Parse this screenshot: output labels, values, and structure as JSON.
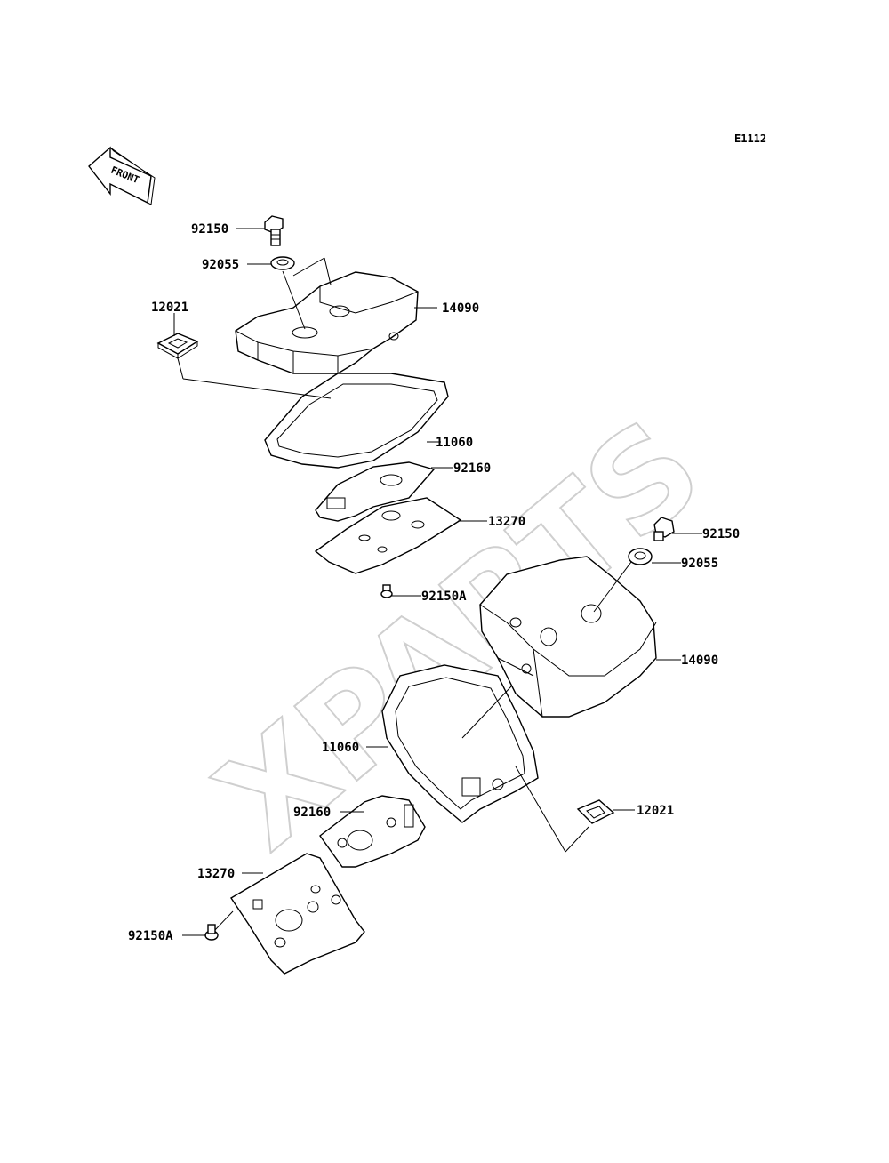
{
  "diagram": {
    "code": "E1112",
    "watermark": "XPARTS",
    "front_label": "FRONT",
    "callouts": [
      {
        "id": "bolt-top",
        "text": "92150"
      },
      {
        "id": "washer-top",
        "text": "92055"
      },
      {
        "id": "cap-top",
        "text": "12021"
      },
      {
        "id": "cover-top",
        "text": "14090"
      },
      {
        "id": "gasket-top",
        "text": "11060"
      },
      {
        "id": "plate-gasket-top",
        "text": "92160"
      },
      {
        "id": "plate-top",
        "text": "13270"
      },
      {
        "id": "screw-top",
        "text": "92150A"
      },
      {
        "id": "bolt-right",
        "text": "92150"
      },
      {
        "id": "washer-right",
        "text": "92055"
      },
      {
        "id": "cover-right",
        "text": "14090"
      },
      {
        "id": "gasket-bottom",
        "text": "11060"
      },
      {
        "id": "cap-bottom",
        "text": "12021"
      },
      {
        "id": "plate-gasket-bottom",
        "text": "92160"
      },
      {
        "id": "plate-bottom",
        "text": "13270"
      },
      {
        "id": "screw-bottom",
        "text": "92150A"
      }
    ]
  }
}
